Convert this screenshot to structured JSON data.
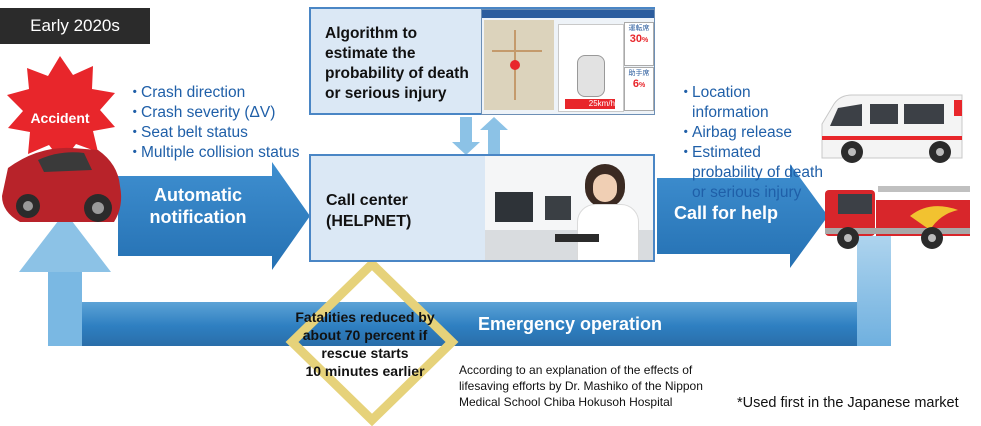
{
  "era_label": "Early 2020s",
  "accident_label": "Accident",
  "crash_data_items": [
    "Crash direction",
    "Crash severity (ΔV)",
    "Seat belt status",
    "Multiple collision status"
  ],
  "bullet_glyph": "・",
  "auto_notification": {
    "line1": "Automatic",
    "line2": "notification"
  },
  "algorithm": {
    "line1": "Algorithm to",
    "line2": "estimate the",
    "line3": "probability of death",
    "line4": "or serious injury"
  },
  "call_center": {
    "line1": "Call center",
    "line2": "(HELPNET)"
  },
  "call_for_help": "Call for help",
  "dispatch_items": [
    "Location information",
    "Airbag release"
  ],
  "dispatch_item3": {
    "line1": "Estimated",
    "line2": "probability of death",
    "line3": "or serious injury"
  },
  "emergency_operation": "Emergency operation",
  "fatalities_note": {
    "line1": "Fatalities reduced by",
    "line2": "about 70 percent if",
    "line3": "rescue starts",
    "line4": "10 minutes earlier"
  },
  "source_note": {
    "line1": "According to an explanation of the effects of",
    "line2": "lifesaving efforts by Dr. Mashiko of the Nippon",
    "line3": "Medical School Chiba Hokusoh Hospital"
  },
  "footnote": "*Used first in the Japanese market",
  "screen_thumbnail": {
    "panel1": "運転席",
    "value1": "30",
    "unit1": "%",
    "panel2": "助手席",
    "value2": "6",
    "unit2": "%",
    "badge": "25",
    "badge_unit": "km/h"
  },
  "colors": {
    "arrow_blue": "#2e7fc1",
    "light_blue": "#8cc2e6",
    "box_fill": "#dbe8f5",
    "box_border": "#4a86c5",
    "text_blue": "#1f5fa8",
    "starburst_red": "#e8262b",
    "era_bg": "#2b2b2b",
    "diamond": "#e6d27a"
  },
  "icons": [
    "starburst-icon",
    "red-car-icon",
    "ambulance-icon",
    "fire-truck-icon",
    "operator-photo",
    "algorithm-screen-thumbnail"
  ]
}
